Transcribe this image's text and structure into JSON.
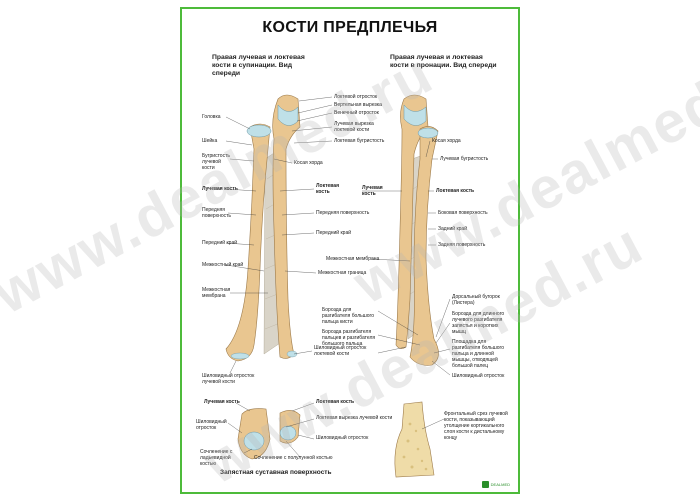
{
  "title": "КОСТИ ПРЕДПЛЕЧЬЯ",
  "subtitles": {
    "left": "Правая лучевая и локтевая кости в супинации. Вид спереди",
    "right": "Правая лучевая и локтевая кости в пронации. Вид спереди"
  },
  "labels": {
    "olecranon": "Локтевой отросток",
    "trochlear_notch": "Вертельная вырезка",
    "coronoid": "Венечный отросток",
    "radial_notch": "Лучевая вырезка локтевой кости",
    "ulnar_tuberosity": "Локтевая бугристость",
    "head": "Головка",
    "neck": "Шейка",
    "radial_tuberosity": "Бугристость лучевой кости",
    "oblique_cord": "Косая хорда",
    "radius_l": "Лучевая кость",
    "ulna_l": "Локтевая кость",
    "front_surface": "Передняя поверхность",
    "front_surface2": "Передняя поверхность",
    "front_edge": "Передний край",
    "front_edge2": "Передний край",
    "interosseous_edge": "Межкостный край",
    "interosseous_membrane": "Межкостная мембрана",
    "interosseous_border": "Межкостная граница",
    "ulna_styloid": "Шиловидный отросток локтевой кости",
    "radius_styloid": "Шиловидный отросток лучевой кости",
    "r_oblique": "Косая хорда",
    "r_radial_tuberosity": "Лучевая бугристость",
    "r_radius": "Лучевая кость",
    "r_ulna": "Локтевая кость",
    "r_side_surface": "Боковая поверхность",
    "r_back_edge": "Задний край",
    "r_back_surface": "Задняя поверхность",
    "r_membrane": "Межкостная мембрана",
    "r_dorsal_tubercle": "Дорсальный бугорок (Листера)",
    "r_groove_long": "Борозда для длинного лучевого разгибателя запястья и коротких мышц",
    "r_groove_ext1": "Борозда для разгибателя большого пальца кисти",
    "r_groove_ext2": "Борозда разгибателя пальцев и разгибателя большого пальца",
    "r_area": "Площадка для разгибателя большого пальца и длинной мышцы, отводящей большой палец",
    "r_ulna_styloid": "Шиловидный отросток",
    "b_radius": "Лучевая кость",
    "b_ulna": "Локтевая кость",
    "b_radial_notch": "Локтевая вырезка лучевой кости",
    "b_styloid_l": "Шиловидный отросток",
    "b_styloid_r": "Шиловидный отросток",
    "b_art_lunate": "Сочленение с ладьевидной костью",
    "b_art_semilunar": "Сочленение с полулунной костью",
    "b_section": "Фронтальный срез лучевой кости, показывающий утолщение кортикального слоя кости к дистальному концу",
    "b_carpal_surface": "Запястная суставная поверхность"
  },
  "watermark": "www.dealmed.ru",
  "logo": "DEALMED",
  "colors": {
    "frame": "#4dbb3a",
    "bone": "#e9c690",
    "cartilage": "#bfe0e8",
    "membrane": "#d9d4c8"
  }
}
